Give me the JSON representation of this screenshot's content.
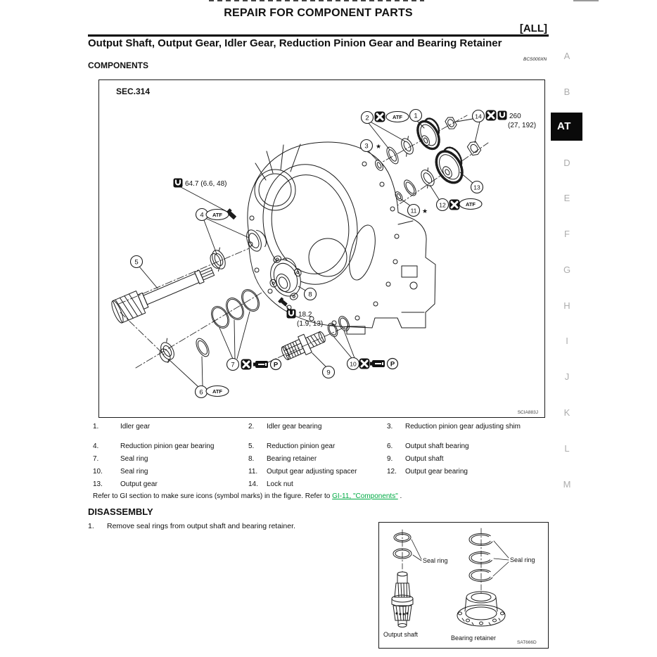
{
  "page": {
    "title": "REPAIR FOR COMPONENT PARTS",
    "applicability": "[ALL]",
    "section_title": "Output Shaft, Output Gear, Idler Gear, Reduction Pinion Gear and Bearing Retainer",
    "section_code": "BCS000XN",
    "components_heading": "COMPONENTS"
  },
  "side_index": {
    "items": [
      {
        "label": "A"
      },
      {
        "label": "B"
      },
      {
        "label": "AT",
        "active": true
      },
      {
        "label": "D"
      },
      {
        "label": "E"
      },
      {
        "label": "F"
      },
      {
        "label": "G"
      },
      {
        "label": "H"
      },
      {
        "label": "I"
      },
      {
        "label": "J"
      },
      {
        "label": "K"
      },
      {
        "label": "L"
      },
      {
        "label": "M"
      }
    ]
  },
  "figure": {
    "sec_label": "SEC.314",
    "image_code": "SCIA883J",
    "callouts": {
      "c1": "1",
      "c2": "2",
      "c3": "3",
      "c4": "4",
      "c5": "5",
      "c6": "6",
      "c7": "7",
      "c8": "8",
      "c9": "9",
      "c10": "10",
      "c11": "11",
      "c12": "12",
      "c13": "13",
      "c14": "14"
    },
    "icons": {
      "atf": "ATF",
      "p": "P",
      "star": "★"
    },
    "torques": {
      "upper": "260",
      "upper_sub": "(27, 192)",
      "left": "64.7 (6.6, 48)",
      "mid": "18.2",
      "mid_sub": "(1.9, 13)"
    }
  },
  "parts_list": {
    "items": [
      {
        "num": "1.",
        "label": "Idler gear"
      },
      {
        "num": "2.",
        "label": "Idler gear bearing"
      },
      {
        "num": "3.",
        "label": "Reduction pinion gear adjusting shim"
      },
      {
        "num": "4.",
        "label": "Reduction pinion gear bearing"
      },
      {
        "num": "5.",
        "label": "Reduction pinion gear"
      },
      {
        "num": "6.",
        "label": "Output shaft bearing"
      },
      {
        "num": "7.",
        "label": "Seal ring"
      },
      {
        "num": "8.",
        "label": "Bearing retainer"
      },
      {
        "num": "9.",
        "label": "Output shaft"
      },
      {
        "num": "10.",
        "label": "Seal ring"
      },
      {
        "num": "11.",
        "label": "Output gear adjusting spacer"
      },
      {
        "num": "12.",
        "label": "Output gear bearing"
      },
      {
        "num": "13.",
        "label": "Output gear"
      },
      {
        "num": "14.",
        "label": "Lock nut"
      }
    ],
    "note_before_link": "Refer to GI section to make sure icons (symbol marks) in the figure. Refer to ",
    "note_link": "GI-11, \"Components\"",
    "note_after_link": " ."
  },
  "disassembly": {
    "heading": "DISASSEMBLY",
    "step_number": "1.",
    "step_text": "Remove seal rings from output shaft and bearing retainer."
  },
  "inset_figure": {
    "seal_ring_label_left": "Seal ring",
    "seal_ring_label_right": "Seal ring",
    "output_shaft_label": "Output shaft",
    "bearing_retainer_label": "Bearing retainer",
    "image_code": "SAT666D"
  },
  "colors": {
    "link_green": "#00ab44",
    "index_active_bg": "#0a0a0a"
  }
}
